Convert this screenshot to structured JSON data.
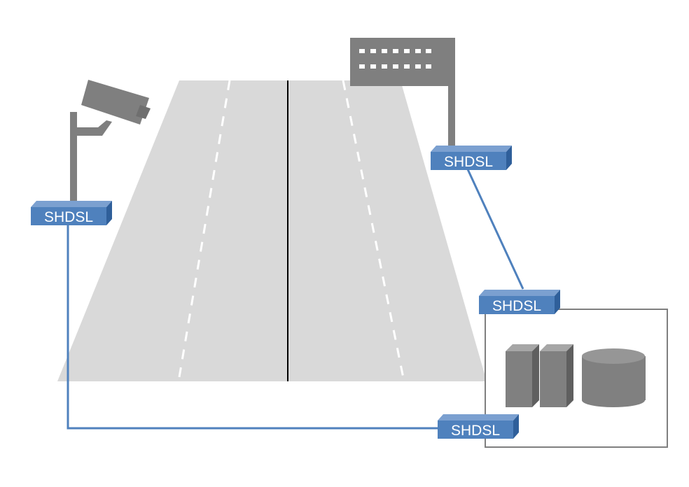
{
  "diagram": {
    "modems": [
      {
        "id": "camera",
        "label": "SHDSL"
      },
      {
        "id": "sign",
        "label": "SHDSL"
      },
      {
        "id": "center-top",
        "label": "SHDSL"
      },
      {
        "id": "center-bottom",
        "label": "SHDSL"
      }
    ],
    "icons": {
      "camera": "cctv-camera-icon",
      "sign": "variable-message-sign-icon",
      "servers": "server-icon",
      "storage": "database-icon"
    },
    "colors": {
      "road": "#d9d9d9",
      "modem": "#4f81bd",
      "link": "#4f81bd",
      "equipment": "#7f7f7f"
    }
  }
}
